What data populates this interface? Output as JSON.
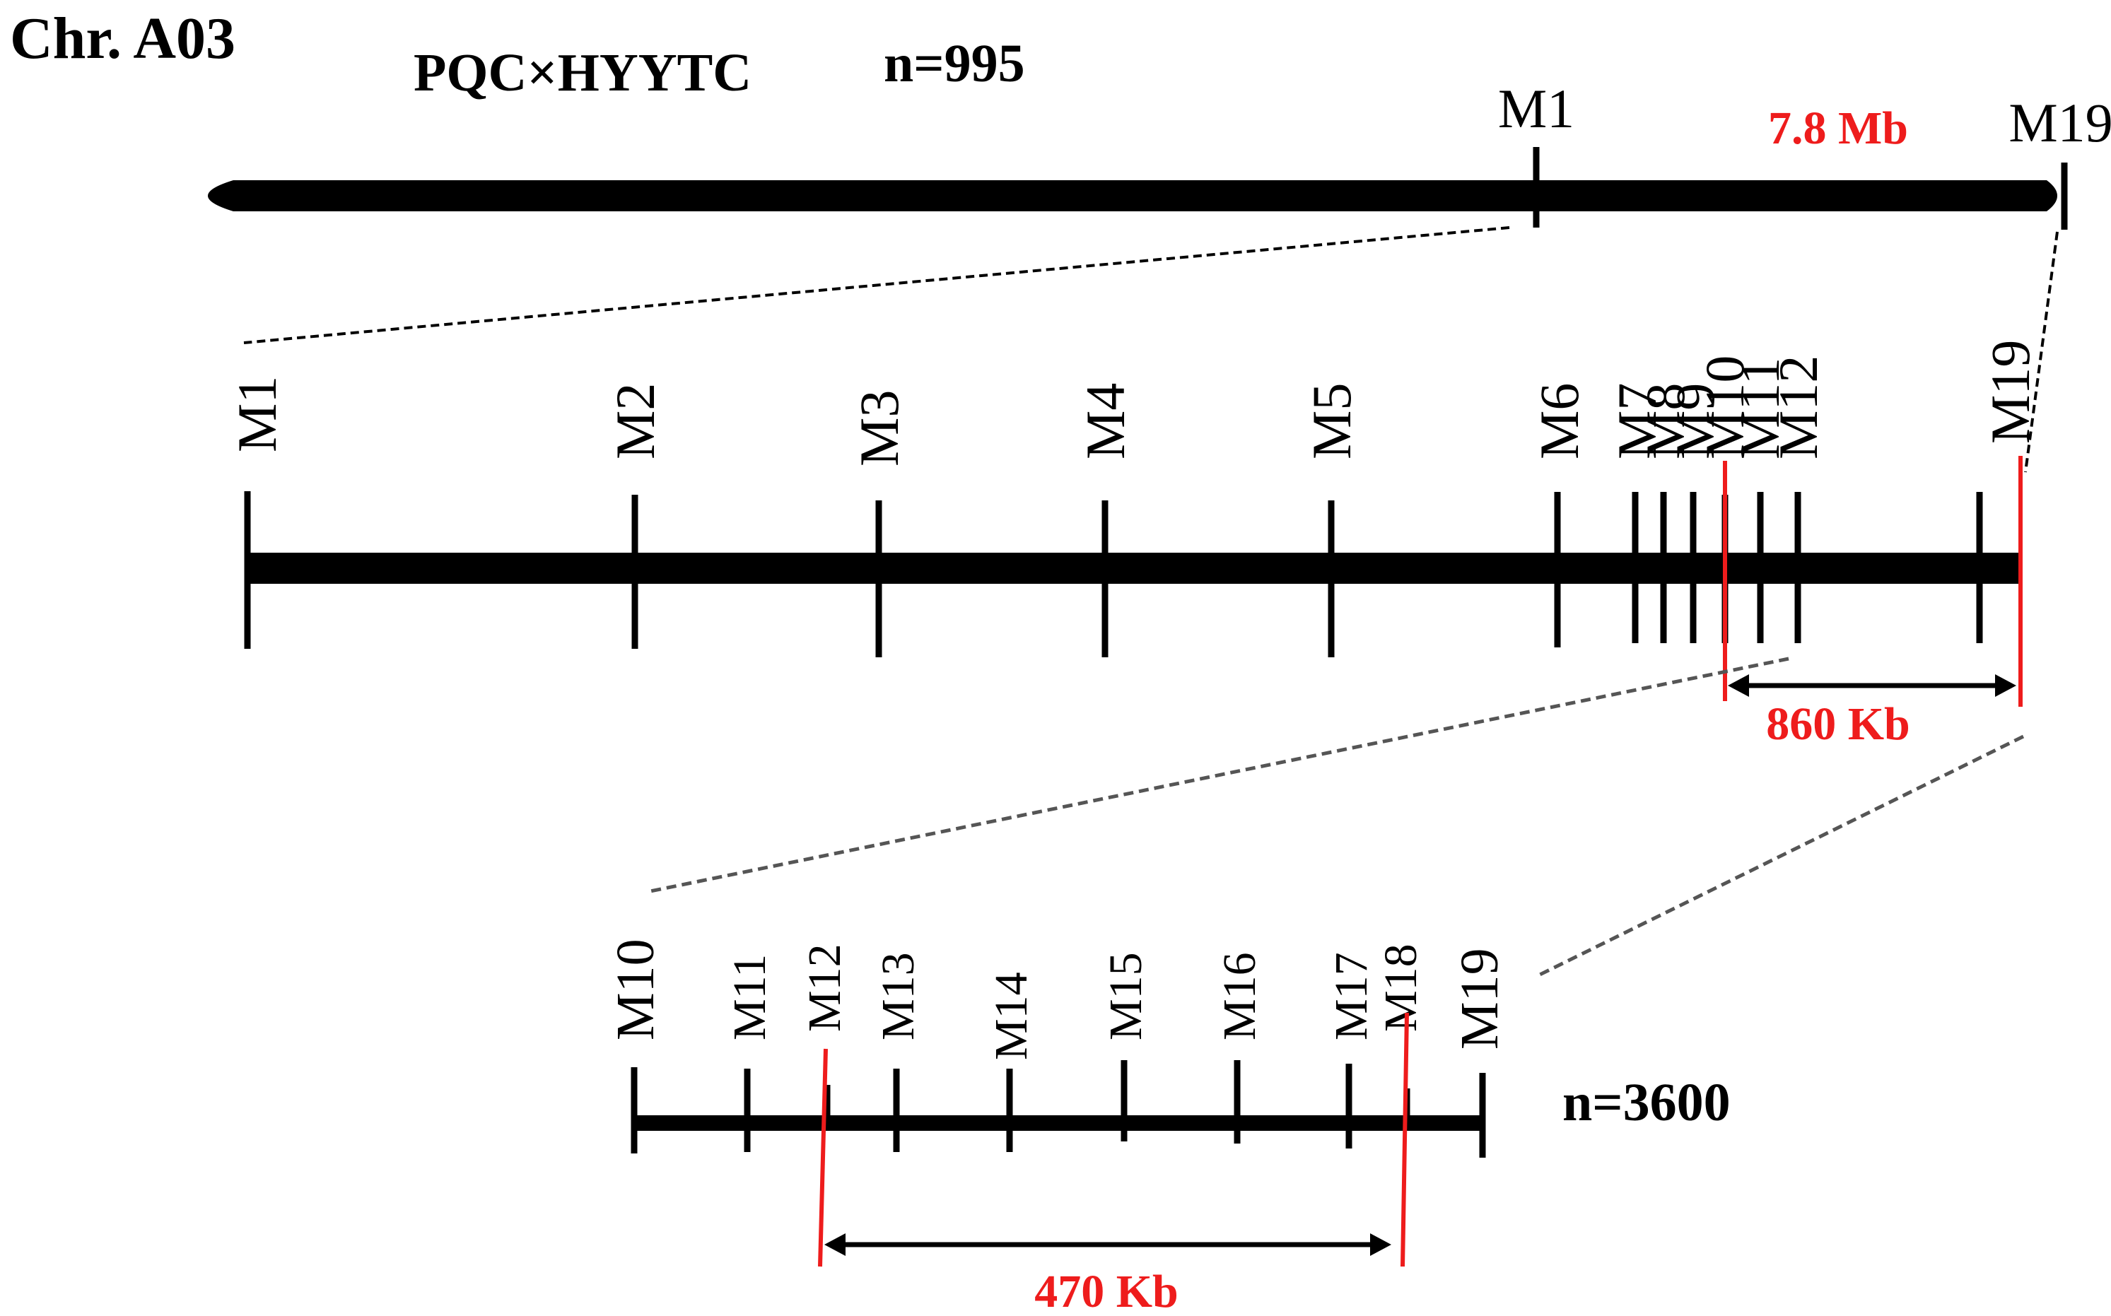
{
  "header": {
    "chromosome": "Chr. A03",
    "cross": "PQC×HYYTC",
    "population_top": "n=995"
  },
  "top_map": {
    "left_marker": "M1",
    "right_marker": "M19",
    "interval_label": "7.8 Mb"
  },
  "middle_map": {
    "markers": [
      "M1",
      "M2",
      "M3",
      "M4",
      "M5",
      "M6",
      "M7",
      "M8",
      "M9",
      "M10",
      "M11",
      "M12",
      "M19"
    ],
    "interval_label": "860 Kb"
  },
  "bottom_map": {
    "markers": [
      "M10",
      "M11",
      "M12",
      "M13",
      "M14",
      "M15",
      "M16",
      "M17",
      "M18",
      "M19"
    ],
    "population": "n=3600",
    "interval_label": "470 Kb"
  },
  "colors": {
    "line": "#000000",
    "highlight": "#ee1c1c",
    "dashed_link": "#555555"
  }
}
